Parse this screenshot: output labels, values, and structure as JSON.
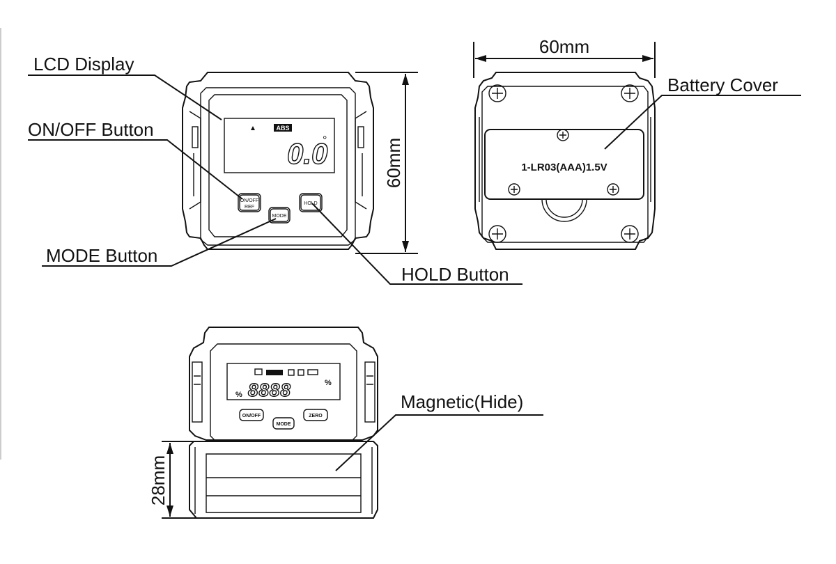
{
  "labels": {
    "lcd_display": "LCD Display",
    "on_off_button": "ON/OFF Button",
    "mode_button": "MODE Button",
    "hold_button": "HOLD Button",
    "battery_cover": "Battery Cover",
    "magnetic": "Magnetic(Hide)"
  },
  "dimensions": {
    "width": "60mm",
    "height": "60mm",
    "depth": "28mm"
  },
  "front_view": {
    "abs_tag": "ABS",
    "reading": "0.0",
    "degree": "°",
    "on_off_ref_line1": "ON/OFF",
    "on_off_ref_line2": "REF",
    "mode": "MODE",
    "hold": "HOLD"
  },
  "back_view": {
    "battery_text": "1-LR03(AAA)1.5V"
  },
  "bottom_view": {
    "digits": "8888",
    "percent": "%",
    "on_off": "ON/OFF",
    "mode": "MODE",
    "zero": "ZERO"
  }
}
